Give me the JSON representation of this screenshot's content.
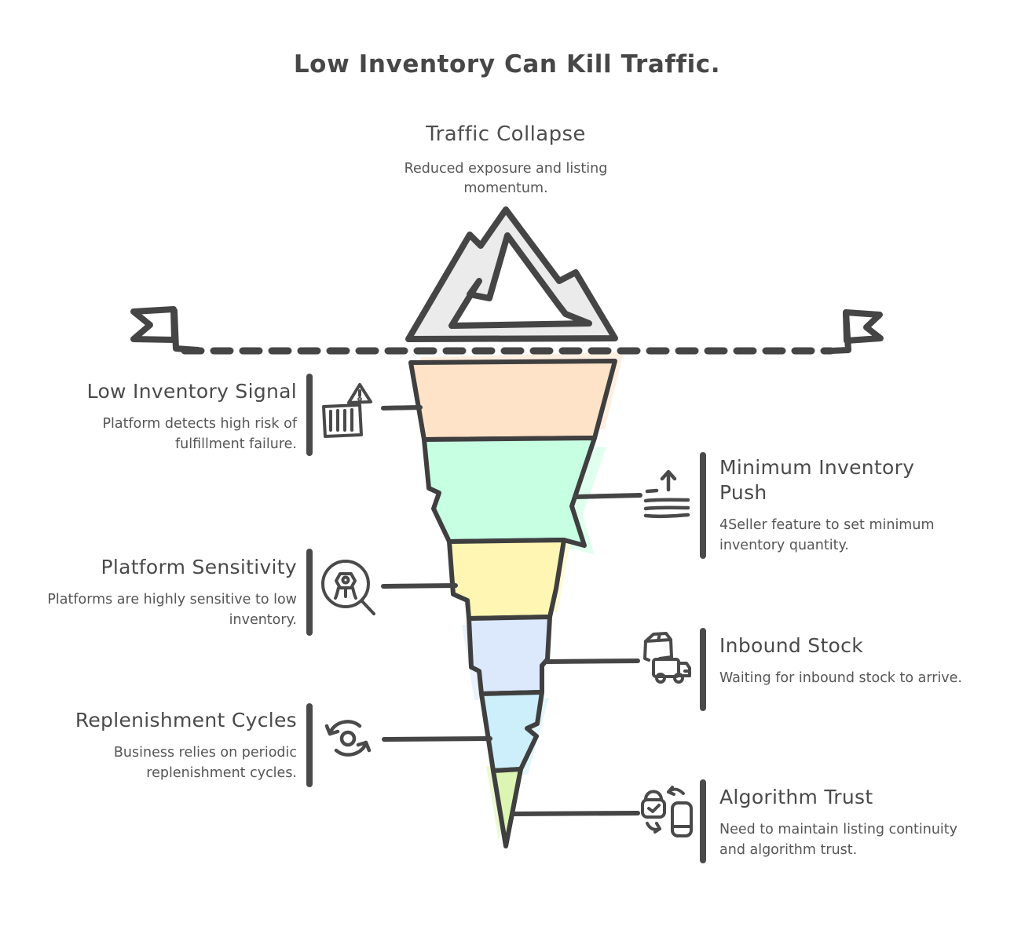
{
  "page": {
    "title": "Low Inventory Can Kill Traffic.",
    "background": "#ffffff"
  },
  "colors": {
    "ink": "#454545",
    "heading_text": "#4a4a4a",
    "body_text": "#565656",
    "mountain_fill": "#ebebeb",
    "flag_fill": "#ececec"
  },
  "top_callout": {
    "heading": "Traffic Collapse",
    "subtitle": "Reduced exposure and listing momentum."
  },
  "funnel": {
    "segments": [
      {
        "color": "#FFE3C8"
      },
      {
        "color": "#C7FFE3"
      },
      {
        "color": "#FFF6B3"
      },
      {
        "color": "#DCE8FB"
      },
      {
        "color": "#CDEFFB"
      },
      {
        "color": "#DDF5B2"
      }
    ]
  },
  "left_callouts": [
    {
      "title": "Low Inventory Signal",
      "description": "Platform detects high risk of fulfillment failure.",
      "icon": "inventory-warning-icon"
    },
    {
      "title": "Platform Sensitivity",
      "description": "Platforms are highly sensitive to low inventory.",
      "icon": "platform-scan-icon"
    },
    {
      "title": "Replenishment Cycles",
      "description": "Business relies on periodic replenishment cycles.",
      "icon": "replenishment-sync-icon"
    }
  ],
  "right_callouts": [
    {
      "title": "Minimum Inventory Push",
      "description": "4Seller feature to set minimum inventory quantity.",
      "icon": "minimum-push-icon"
    },
    {
      "title": "Inbound Stock",
      "description": "Waiting for inbound stock to arrive.",
      "icon": "inbound-truck-icon"
    },
    {
      "title": "Algorithm Trust",
      "description": "Need to maintain listing continuity and algorithm trust.",
      "icon": "algorithm-trust-icon"
    }
  ]
}
